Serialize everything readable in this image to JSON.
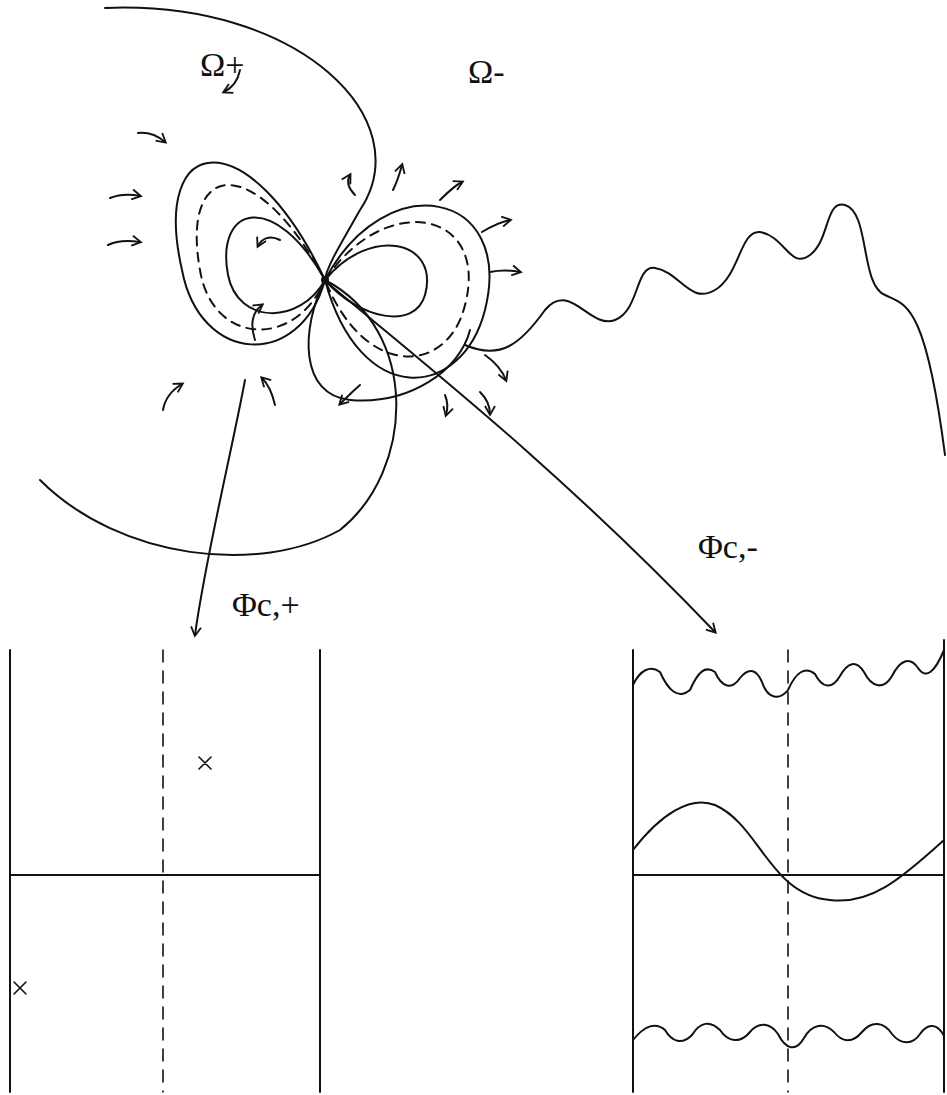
{
  "diagram": {
    "labels": [
      "Ω+",
      "Ω-",
      "Φc,+",
      "Φc,-"
    ]
  }
}
